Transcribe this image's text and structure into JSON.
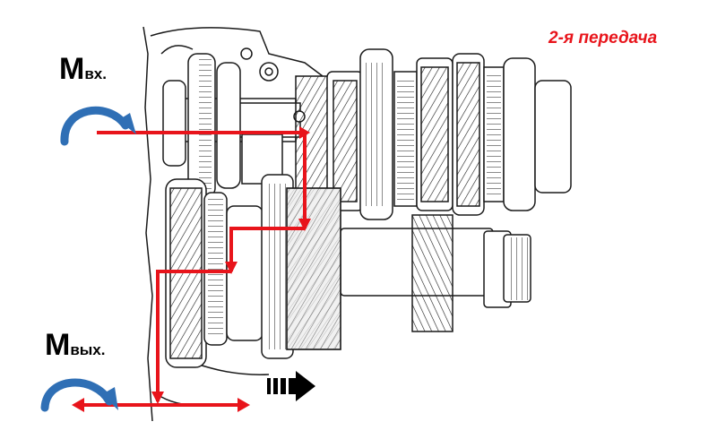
{
  "title": "2-я передача",
  "torque_in": {
    "symbol": "M",
    "subscript": "вх."
  },
  "torque_out": {
    "symbol": "M",
    "subscript": "вых."
  },
  "colors": {
    "flow": "#e8141b",
    "arc": "#2f6fb5",
    "line": "#1a1a1a",
    "shade": "#e6e6e6",
    "arrow": "#000000"
  },
  "icons": [
    "input-torque-arc-icon",
    "output-torque-arc-icon",
    "direction-arrow-icon"
  ]
}
